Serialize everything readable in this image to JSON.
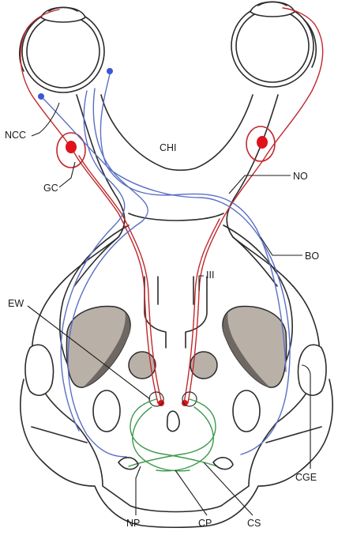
{
  "labels": {
    "ncc": "NCC",
    "gc": "GC",
    "chi": "CHI",
    "no": "NO",
    "bo": "BO",
    "iii": "III",
    "ew": "EW",
    "cge": "CGE",
    "np": "NP",
    "cp": "CP",
    "cs": "CS"
  },
  "colors": {
    "outline": "#2b2b2b",
    "parasympathetic_pathway": "#c0282d",
    "retinal_afferent_pathway": "#5a6fc4",
    "pretectal_pathway": "#3f9a4f",
    "nucleus_fill": "#b9b0a8",
    "nucleus_shade": "#6f6761",
    "ganglion_marker": "#e0121a",
    "retina_marker": "#3b57d8"
  }
}
